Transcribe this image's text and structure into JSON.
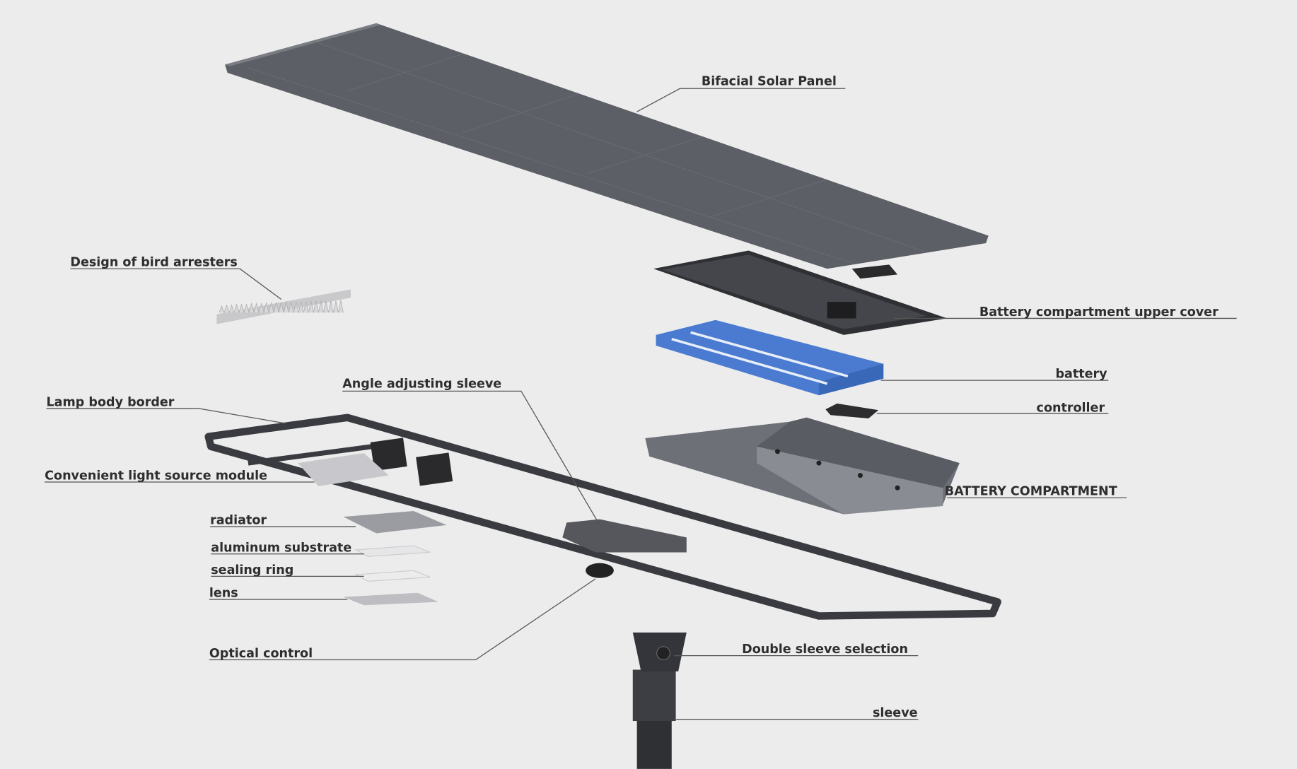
{
  "title": "Solar street light exploded view",
  "labels": {
    "solar_panel": "Bifacial Solar Panel",
    "bird_arresters": "Design of bird arresters",
    "upper_cover": "Battery compartment  upper cover",
    "battery": "battery",
    "controller": "controller",
    "battery_compartment": "BATTERY COMPARTMENT",
    "angle_sleeve": "Angle adjusting sleeve",
    "lamp_border": "Lamp body border",
    "light_module": "Convenient light source module",
    "radiator": "radiator",
    "aluminum_substrate": "aluminum substrate",
    "sealing_ring": "sealing ring",
    "lens": "lens",
    "optical_control": "Optical control",
    "double_sleeve": "Double sleeve selection",
    "sleeve": "sleeve"
  },
  "colors": {
    "panel": "#5d5f66",
    "battery": "#4a7bd0",
    "frame": "#3a3b40",
    "background": "#ececec"
  }
}
